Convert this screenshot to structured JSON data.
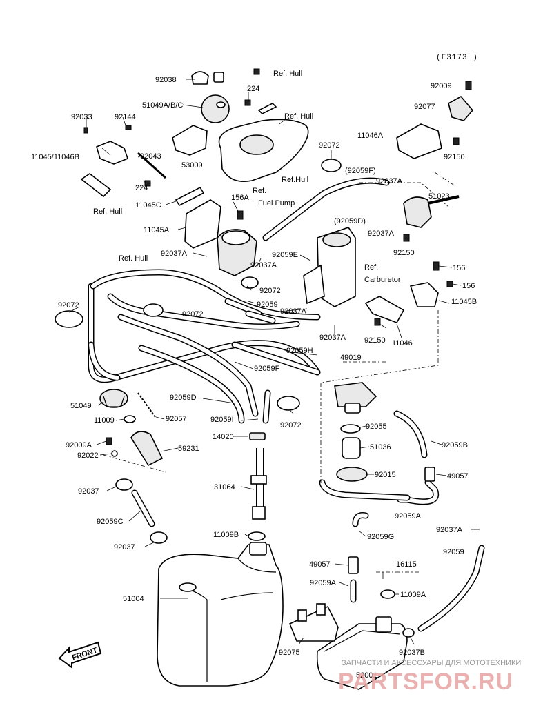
{
  "diagram_code": "(F3173 )",
  "front_label": "FRONT",
  "refs": {
    "hull_top": "Ref. Hull",
    "hull_cover": "Ref. Hull",
    "hull_left": "Ref. Hull",
    "hull_mid": "Ref.Hull",
    "hull_lower": "Ref. Hull",
    "fuel_pump_1": "Ref.",
    "fuel_pump_2": "Fuel Pump",
    "carb_1": "Ref.",
    "carb_2": "Carburetor"
  },
  "parts": {
    "p92038": "92038",
    "p224a": "224",
    "p51049abc": "51049A/B/C",
    "p53009": "53009",
    "p92033": "92033",
    "p92144": "92144",
    "p11045_11046b": "11045/11046B",
    "p92043": "92043",
    "p224b": "224",
    "p11045c": "11045C",
    "p156a": "156A",
    "p11045a": "11045A",
    "p92037a_1": "92037A",
    "p92037a_2": "92037A",
    "p92059e": "92059E",
    "p92072_top": "92072",
    "p92059f_top": "(92059F)",
    "p92037a_3": "92037A",
    "p51023": "51023",
    "p92059d_top": "(92059D)",
    "p92037a_4": "92037A",
    "p92150_1": "92150",
    "p92009": "92009",
    "p92077": "92077",
    "p11046a": "11046A",
    "p92150_2": "92150",
    "p92072_mid": "92072",
    "p92059": "92059",
    "p92037a_5": "92037A",
    "p92037a_6": "92037A",
    "p92072_left": "92072",
    "p92072_left2": "92072",
    "p156_1": "156",
    "p156_2": "156",
    "p11045b": "11045B",
    "p92150_3": "92150",
    "p11046": "11046",
    "p92059h": "92059H",
    "p92059f": "92059F",
    "p49019": "49019",
    "p92059d": "92059D",
    "p92059i": "92059I",
    "p92072_low": "92072",
    "p51049": "51049",
    "p11009": "11009",
    "p92057": "92057",
    "p92009a": "92009A",
    "p92022": "92022",
    "p59231": "59231",
    "p14020": "14020",
    "p92055": "92055",
    "p51036": "51036",
    "p92059b": "92059B",
    "p92015": "92015",
    "p49057_1": "49057",
    "p31064": "31064",
    "p92037_1": "92037",
    "p92059c": "92059C",
    "p92059a_1": "92059A",
    "p11009b": "11009B",
    "p92059g": "92059G",
    "p92037a_7": "92037A",
    "p92037_2": "92037",
    "p92059_r": "92059",
    "p49057_2": "49057",
    "p16115": "16115",
    "p92059a_2": "92059A",
    "p11009a": "11009A",
    "p51004": "51004",
    "p92075": "92075",
    "p52001": "52001",
    "p92037b": "92037B"
  },
  "watermark": {
    "line1": "ЗАПЧАСТИ И АКСЕССУАРЫ ДЛЯ МОТОТЕХНИКИ",
    "line2": "PARTSFOR.RU"
  }
}
